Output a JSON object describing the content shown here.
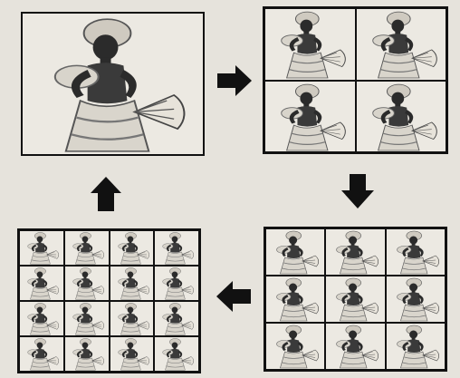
{
  "diagram": {
    "panels": [
      {
        "id": "panel-1x1",
        "rows": 1,
        "cols": 1
      },
      {
        "id": "panel-2x2",
        "rows": 2,
        "cols": 2
      },
      {
        "id": "panel-3x3",
        "rows": 3,
        "cols": 3
      },
      {
        "id": "panel-4x4",
        "rows": 4,
        "cols": 4
      }
    ],
    "arrows": [
      {
        "id": "arrow-right",
        "direction": "right"
      },
      {
        "id": "arrow-down",
        "direction": "down"
      },
      {
        "id": "arrow-left",
        "direction": "left"
      },
      {
        "id": "arrow-up",
        "direction": "up"
      }
    ],
    "colors": {
      "background": "#e6e3dc",
      "frame": "#111111",
      "arrow": "#111111",
      "figure": "#2b2b2b"
    }
  }
}
